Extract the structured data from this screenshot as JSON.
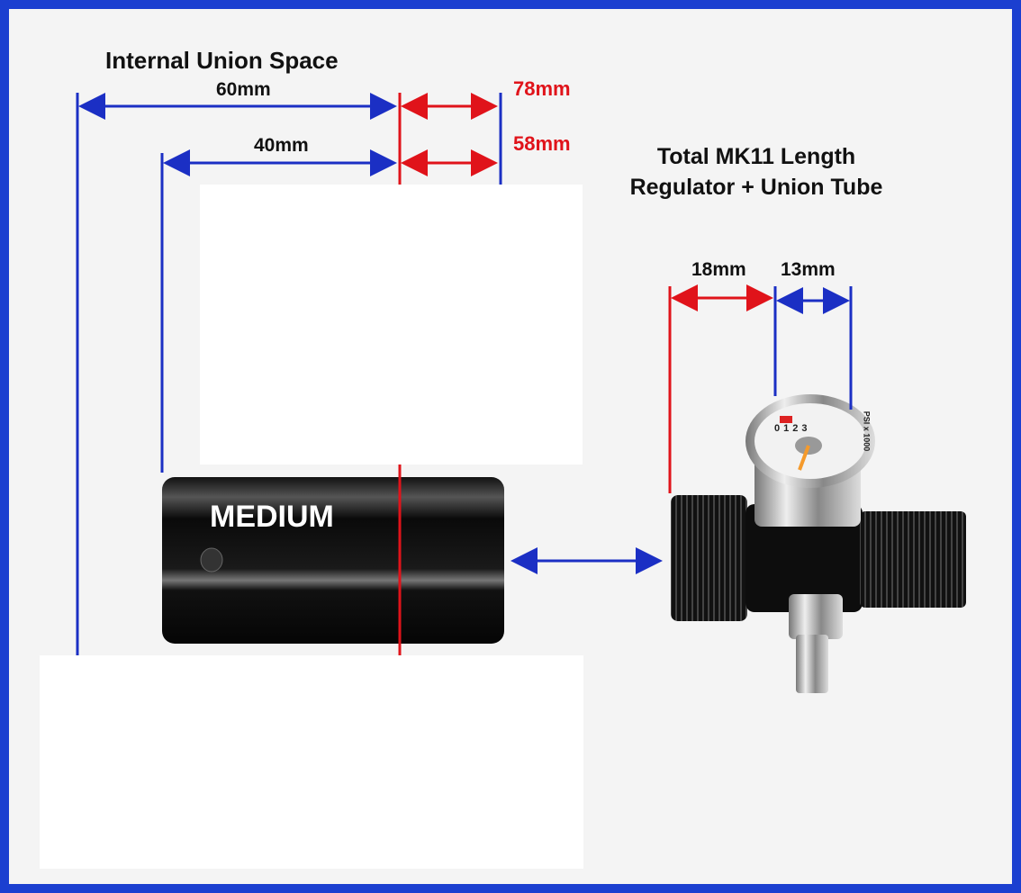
{
  "title_left": "Internal Union Space",
  "title_right": [
    "Total MK11  Length",
    "Regulator + Union Tube"
  ],
  "dims": {
    "d60": "60mm",
    "d40": "40mm",
    "d78": "78mm",
    "d58": "58mm",
    "d18": "18mm",
    "d13": "13mm"
  },
  "tube_label": "MEDIUM",
  "gauge": {
    "ticks": [
      "0",
      "1",
      "2",
      "3"
    ],
    "unit": "PSI x 1000"
  },
  "colors": {
    "blue": "#1b2fc4",
    "red": "#e0131a",
    "border": "#1b3fd0"
  }
}
